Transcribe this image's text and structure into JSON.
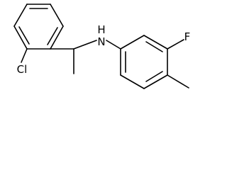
{
  "molecule": {
    "atom_labels": {
      "amine": "N",
      "amine_h": "H",
      "chlorine": "Cl",
      "fluorine": "F"
    },
    "colors": {
      "bond": "#000000",
      "label": "#000000",
      "background": "#ffffff"
    }
  }
}
